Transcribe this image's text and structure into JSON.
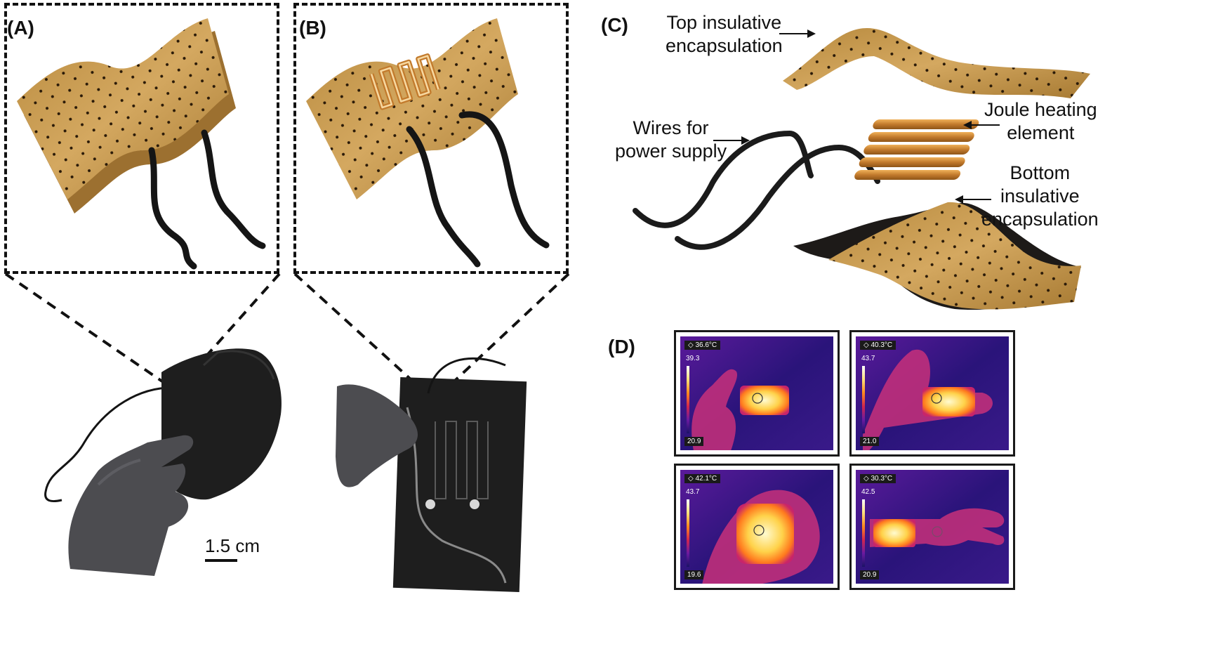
{
  "panels": {
    "a_label": "(A)",
    "b_label": "(B)",
    "c_label": "(C)",
    "d_label": "(D)"
  },
  "annotations": {
    "top_insulative_line1": "Top insulative",
    "top_insulative_line2": "encapsulation",
    "wires_line1": "Wires for",
    "wires_line2": "power supply",
    "joule_line1": "Joule heating",
    "joule_line2": "element",
    "bottom_line1": "Bottom",
    "bottom_line2": "insulative",
    "bottom_line3": "encapsulation"
  },
  "scale_bar": {
    "label": "1.5 cm"
  },
  "thermal_images": [
    {
      "reading": "◇ 36.6°C",
      "max": "39.3",
      "min": "20.9"
    },
    {
      "reading": "◇ 40.3°C",
      "max": "43.7",
      "min": "21.0"
    },
    {
      "reading": "◇ 42.1°C",
      "max": "43.7",
      "min": "19.6"
    },
    {
      "reading": "◇ 30.3°C",
      "max": "42.5",
      "min": "20.9"
    }
  ],
  "colors": {
    "fabric": "#c89a4c",
    "fabric_dark": "#8a6224",
    "felt": "#1c1c1c",
    "glove": "#4a4a4e",
    "thermal_bg": "#2a1a7a",
    "thermal_hot": "#ffd24a"
  }
}
